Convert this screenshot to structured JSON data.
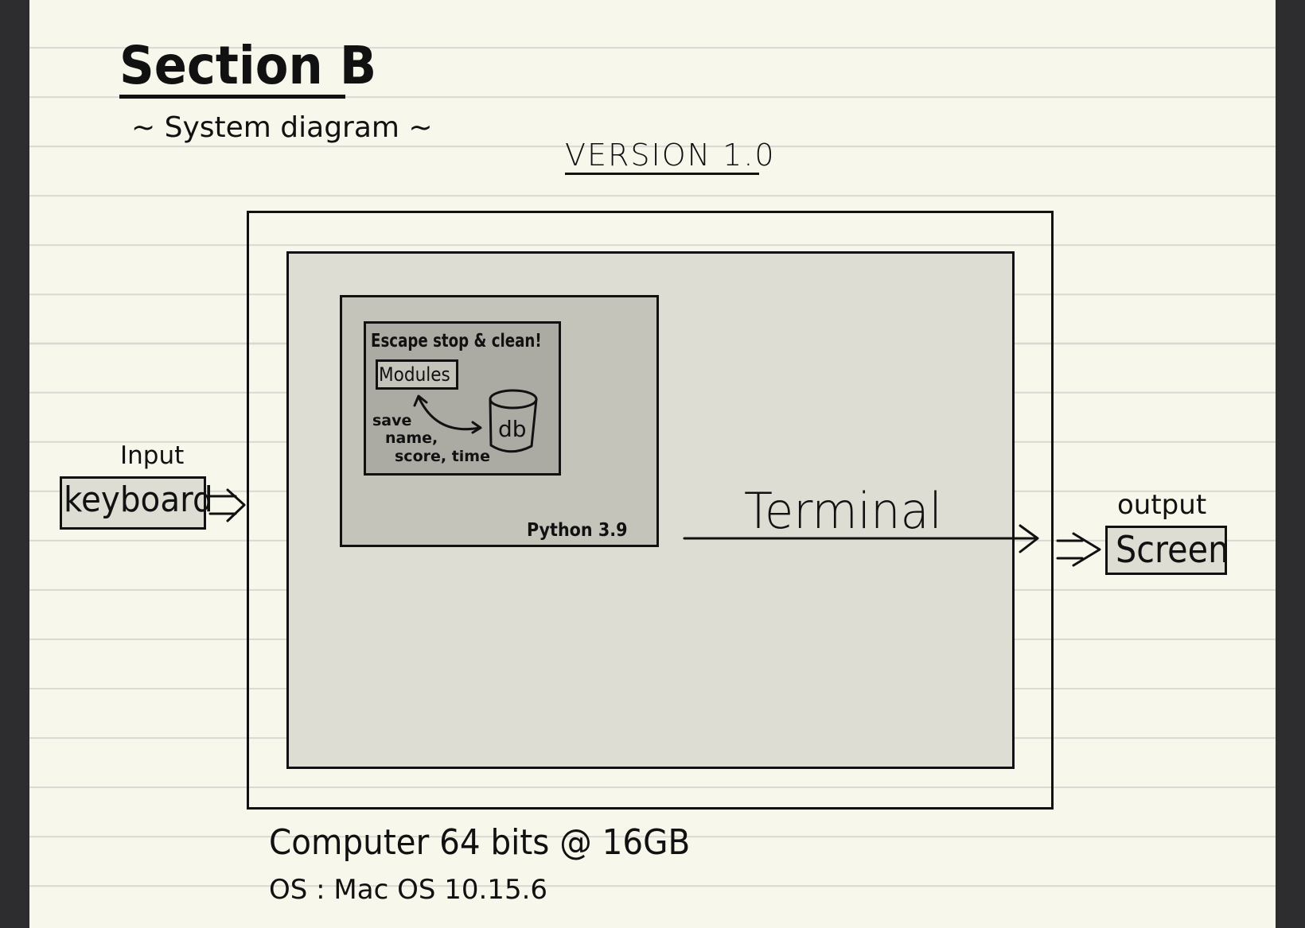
{
  "heading": {
    "title": "Section B",
    "subtitle": "~ System diagram ~",
    "version": "VERSION 1.0"
  },
  "diagram": {
    "program": {
      "escape_note": "Escape stop & clean!",
      "modules": "Modules",
      "db": "db",
      "save_lines": [
        "save",
        "name,",
        "score, time"
      ]
    },
    "python": "Python 3.9",
    "terminal": "Terminal",
    "input": {
      "label": "Input",
      "device": "keyboard"
    },
    "output": {
      "label": "output",
      "device": "Screen"
    },
    "computer": "Computer 64 bits @ 16GB",
    "os": "OS : Mac OS  10.15.6"
  }
}
